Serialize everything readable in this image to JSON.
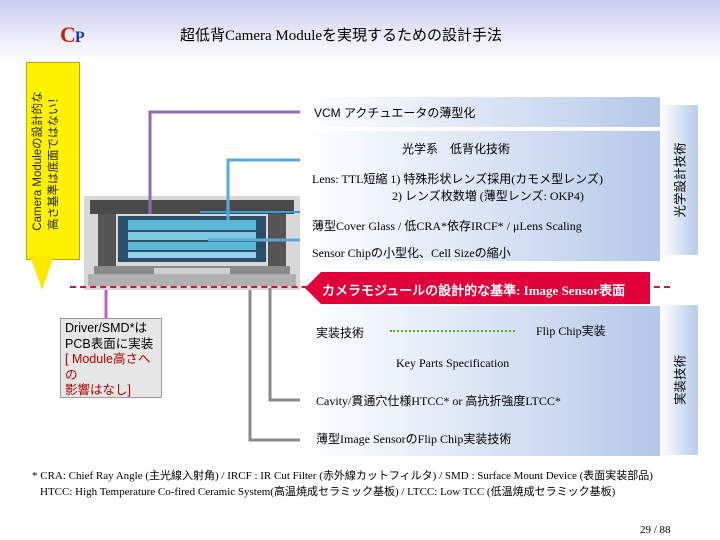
{
  "header": {
    "logo_main": "C",
    "logo_accent": "P",
    "title": "超低背Camera Moduleを実現するための設計手法"
  },
  "left_label": {
    "line1": "Camera Moduleの設計的な",
    "line2": "高さ基準は底面ではない！"
  },
  "right_labels": {
    "optical": "光学設計技術",
    "mounting": "実装技術"
  },
  "optics": {
    "vcm": "VCM アクチュエータの薄型化",
    "heading": "光学系　低背化技術",
    "lens_line1": "Lens: TTL短縮 1) 特殊形状レンズ採用(カモメ型レンズ)",
    "lens_line2": "2) レンズ枚数増 (薄型レンズ: OKP4)",
    "cover_glass": "薄型Cover Glass / 低CRA*依存IRCF* / μLens Scaling",
    "sensor_chip": "Sensor Chipの小型化、Cell Sizeの縮小"
  },
  "criterion": "カメラモジュールの設計的な基準: Image Sensor表面",
  "mounting": {
    "tech": "実装技術",
    "flip_chip": "Flip Chip実装",
    "key_parts": "Key Parts Specification",
    "cavity": "Cavity/貫通穴仕様HTCC* or 高抗折強度LTCC*",
    "thin_sensor": "薄型Image SensorのFlip Chip実装技術"
  },
  "note_box": {
    "line1": "Driver/SMD*は",
    "line2": "PCB表面に実装",
    "line3": "[ Module高さへの",
    "line4": "影響はなし]"
  },
  "footnote": {
    "line1": "* CRA: Chief Ray Angle (主光線入射角) / IRCF : IR Cut Filter (赤外線カットフィルタ) / SMD : Surface Mount Device (表面実装部品)",
    "line2": "HTCC: High Temperature Co-fired Ceramic System(高温焼成セラミック基板) / LTCC: Low TCC (低温焼成セラミック基板)"
  },
  "page": "29 / 88"
}
